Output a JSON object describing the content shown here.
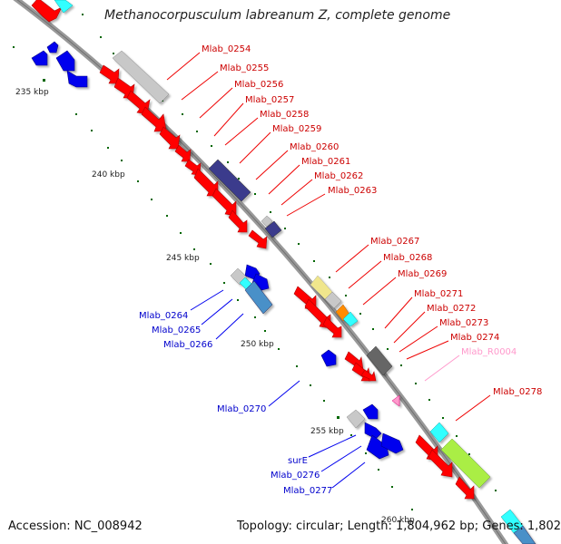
{
  "title": "Methanocorpusculum labreanum Z, complete genome",
  "footer": {
    "accession": "Accession: NC_008942",
    "topology": "Topology: circular; Length: 1,804,962 bp; Genes: 1,802"
  },
  "scale_labels": [
    "235 kbp",
    "240 kbp",
    "245 kbp",
    "250 kbp",
    "255 kbp",
    "260 kbp"
  ],
  "gene_labels_right": [
    "Mlab_0254",
    "Mlab_0255",
    "Mlab_0256",
    "Mlab_0257",
    "Mlab_0258",
    "Mlab_0259",
    "Mlab_0260",
    "Mlab_0261",
    "Mlab_0262",
    "Mlab_0263",
    "Mlab_0267",
    "Mlab_0268",
    "Mlab_0269",
    "Mlab_0271",
    "Mlab_0272",
    "Mlab_0273",
    "Mlab_0274",
    "Mlab_R0004",
    "Mlab_0278"
  ],
  "gene_labels_left": [
    "Mlab_0264",
    "Mlab_0265",
    "Mlab_0266",
    "Mlab_0270",
    "surE",
    "Mlab_0276",
    "Mlab_0277"
  ],
  "colors": {
    "forward_gene": "#ff0000",
    "reverse_gene": "#0000ee",
    "rna_gene": "#ff99cc",
    "backbone": "#999999",
    "grey_feature": "#c8c8c8",
    "dark_grey_feature": "#666666",
    "purple_feature": "#3a3a8c",
    "cyan_feature": "#33ffff",
    "light_blue_feature": "#4a90c8",
    "yellow_feature": "#f0e68c",
    "orange_feature": "#ff8c00",
    "lime_feature": "#aaee44",
    "tick_green": "#006600",
    "forward_label": "#cc0000",
    "reverse_label": "#0000cc"
  }
}
